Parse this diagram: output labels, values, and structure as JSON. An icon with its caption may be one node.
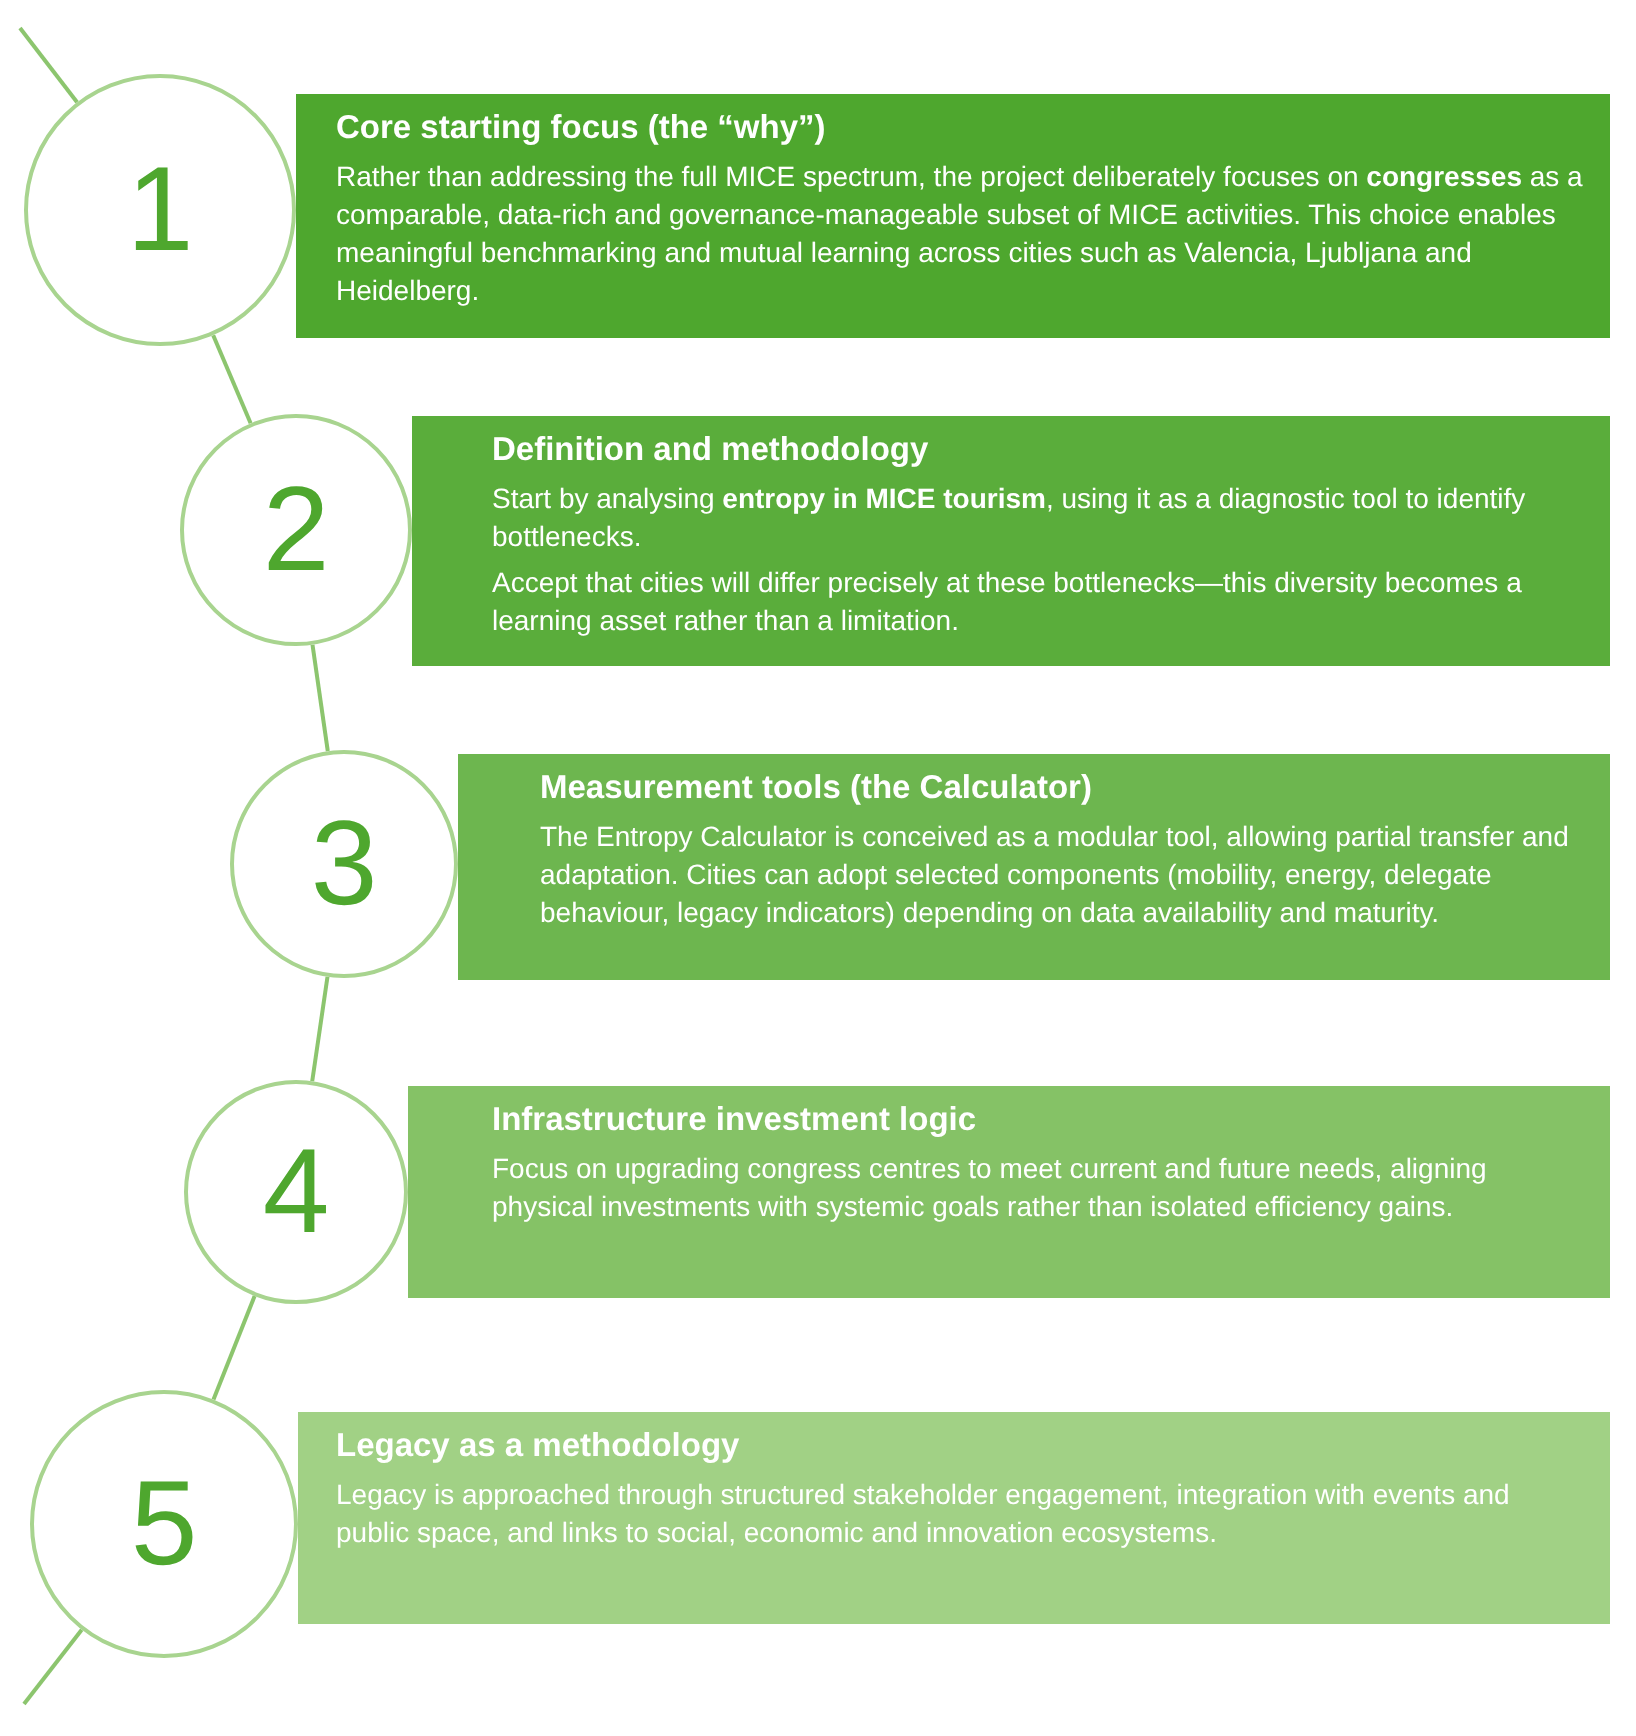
{
  "diagram": {
    "nodes": [
      {
        "text": [
          "1"
        ]
      },
      {
        "text": [
          "Core starting focus (the “why”)",
          "Rather than addressing the full MICE spectrum, the project deliberately focuses on **congresses** as a comparable, data-rich and governance-manageable subset of MICE activities. This choice enables meaningful benchmarking and mutual learning across cities such as Valencia, Ljubljana and Heidelberg."
        ]
      },
      {
        "text": [
          "2"
        ]
      },
      {
        "text": [
          "Definition and methodology",
          "Start by analysing **entropy in MICE tourism**, using it as a diagnostic tool to identify bottlenecks.",
          "Accept that cities will differ precisely at these bottlenecks—this diversity becomes a learning asset rather than a limitation."
        ]
      },
      {
        "text": [
          "3"
        ]
      },
      {
        "text": [
          "Measurement tools (the Calculator)",
          "The Entropy Calculator is conceived as a modular tool, allowing partial transfer and adaptation. Cities can adopt selected components (mobility, energy, delegate behaviour, legacy indicators) depending on data availability and maturity."
        ]
      },
      {
        "text": [
          "4"
        ]
      },
      {
        "text": [
          "Infrastructure investment logic",
          "Focus on upgrading congress centres to meet current and future needs, aligning physical investments with systemic goals rather than isolated efficiency gains."
        ]
      },
      {
        "text": [
          "5"
        ]
      },
      {
        "text": [
          "Legacy as a methodology",
          "Legacy is approached through structured stakeholder engagement, integration with events and public space, and links to social, economic and innovation ecosystems."
        ]
      }
    ],
    "edges": [
      {
        "from": null,
        "to": 0,
        "arrow": "none"
      },
      {
        "from": 0,
        "to": 2,
        "arrow": "none"
      },
      {
        "from": 2,
        "to": 4,
        "arrow": "none"
      },
      {
        "from": 4,
        "to": 6,
        "arrow": "none"
      },
      {
        "from": 6,
        "to": 8,
        "arrow": "none"
      },
      {
        "from": 8,
        "to": null,
        "arrow": "none"
      }
    ]
  }
}
